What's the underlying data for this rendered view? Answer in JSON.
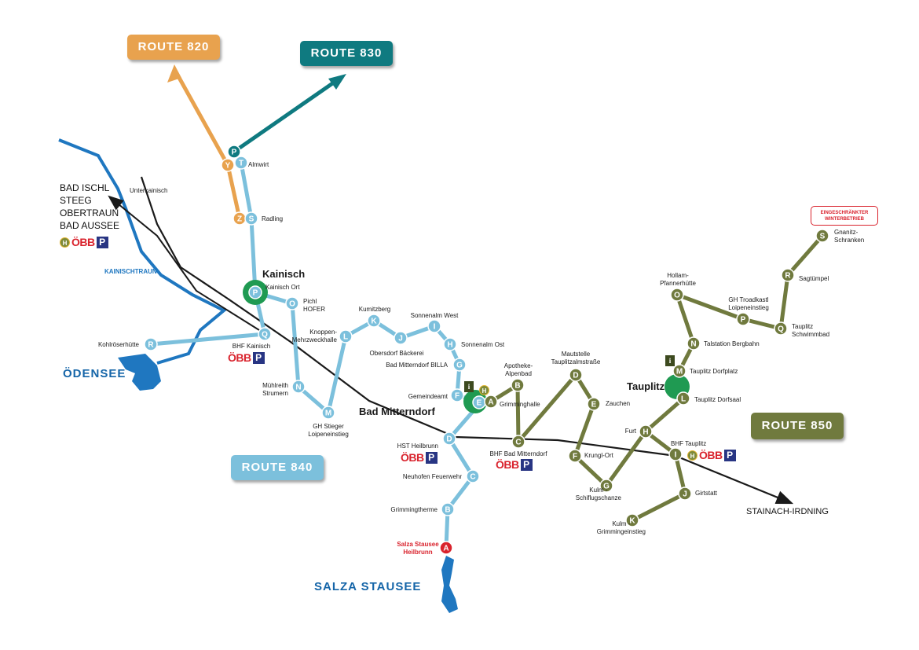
{
  "route_boxes": {
    "r820": {
      "label": "ROUTE 820",
      "color": "#e8a24e"
    },
    "r830": {
      "label": "ROUTE 830",
      "color": "#0f7a80"
    },
    "r840": {
      "label": "ROUTE 840",
      "color": "#7cc0dc"
    },
    "r850": {
      "label": "ROUTE 850",
      "color": "#707a3e"
    }
  },
  "destinations_west": [
    "BAD ISCHL",
    "STEEG",
    "OBERTRAUN",
    "BAD AUSSEE"
  ],
  "destination_east": "STAINACH-IRDNING",
  "towns": {
    "kainisch": "Kainisch",
    "bad_mitterndorf": "Bad Mitterndorf",
    "tauplitz": "Tauplitz"
  },
  "water": {
    "oedensee": "ÖDENSEE",
    "salza_stausee": "SALZA STAUSEE",
    "kainischtraun": "KAINISCHTRAUN"
  },
  "winter_notice": "EINGESCHRÄNKTER WINTERBETRIEB",
  "icon_labels": {
    "h": "H",
    "obb": "ÖBB",
    "p": "P",
    "info": "i"
  },
  "stops": {
    "almwirt": "Almwirt",
    "radling": "Radling",
    "unterkainisch": "Unterkainisch",
    "kainisch_ort": "Kainisch Ort",
    "pichl": "Pichl\nHOFER",
    "bhf_kainisch": "BHF Kainisch",
    "kohlroeserhuette": "Kohlröserhütte",
    "muehlreith": "Mühlreith\nStrumern",
    "gh_stieger": "GH Stieger\nLoipeneinstieg",
    "knoppen": "Knoppen-\nMehrzweckhalle",
    "kumitzberg": "Kumitzberg",
    "obersdorf": "Obersdorf Bäckerei",
    "sonnenalm_west": "Sonnenalm West",
    "sonnenalm_ost": "Sonnenalm Ost",
    "billa": "Bad Mitterndorf BILLA",
    "gemeindeamt": "Gemeindeamt",
    "hst_heilbrunn": "HST Heilbrunn",
    "neuhofen": "Neuhofen Feuerwehr",
    "grimmingtherme": "Grimmingtherme",
    "salza_heilbrunn": "Salza Stausee\nHeilbrunn",
    "apotheke": "Apotheke-\nAlpenbad",
    "grimminghalle": "Grimminghalle",
    "bhf_mitterndorf": "BHF Bad Mitterndorf",
    "mautstelle": "Mautstelle\nTauplitzalmstraße",
    "zauchen": "Zauchen",
    "krungl": "Krungl-Ort",
    "kulm_schanze": "Kulm -\nSchiflugschanze",
    "kulm_grimming": "Kulm -\nGrimmingeinstieg",
    "furt": "Furt",
    "bhf_tauplitz": "BHF Tauplitz",
    "girtstatt": "Girtstatt",
    "dorfsaal": "Tauplitz Dorfsaal",
    "dorfplatz": "Tauplitz Dorfplatz",
    "talstation": "Talstation Bergbahn",
    "hollam": "Hollam-\nPfannerhütte",
    "troadkastl": "GH Troadkastl\nLoipeneinstieg",
    "schwimmbad": "Tauplitz\nSchwimmbad",
    "sagtuempel": "Sagtümpel",
    "gnanitz": "Gnanitz-\nSchranken"
  },
  "nodes": [
    {
      "id": "P830",
      "letter": "P",
      "color": "#0f7a80"
    },
    {
      "id": "T830",
      "letter": "T",
      "color": "#7cc0dc"
    },
    {
      "id": "Y820",
      "letter": "Y",
      "color": "#e8a24e"
    },
    {
      "id": "Z820",
      "letter": "Z",
      "color": "#e8a24e"
    },
    {
      "id": "S840",
      "letter": "S",
      "color": "#7cc0dc"
    },
    {
      "id": "P840",
      "letter": "P",
      "color": "#7cc0dc"
    },
    {
      "id": "O840",
      "letter": "O",
      "color": "#7cc0dc"
    },
    {
      "id": "Q840",
      "letter": "Q",
      "color": "#7cc0dc"
    },
    {
      "id": "R840",
      "letter": "R",
      "color": "#7cc0dc"
    },
    {
      "id": "N840",
      "letter": "N",
      "color": "#7cc0dc"
    },
    {
      "id": "M840",
      "letter": "M",
      "color": "#7cc0dc"
    },
    {
      "id": "L840",
      "letter": "L",
      "color": "#7cc0dc"
    },
    {
      "id": "K840",
      "letter": "K",
      "color": "#7cc0dc"
    },
    {
      "id": "J840",
      "letter": "J",
      "color": "#7cc0dc"
    },
    {
      "id": "I840",
      "letter": "I",
      "color": "#7cc0dc"
    },
    {
      "id": "H840",
      "letter": "H",
      "color": "#7cc0dc"
    },
    {
      "id": "G840",
      "letter": "G",
      "color": "#7cc0dc"
    },
    {
      "id": "F840",
      "letter": "F",
      "color": "#7cc0dc"
    },
    {
      "id": "E840",
      "letter": "E",
      "color": "#7cc0dc"
    },
    {
      "id": "D840",
      "letter": "D",
      "color": "#7cc0dc"
    },
    {
      "id": "C840",
      "letter": "C",
      "color": "#7cc0dc"
    },
    {
      "id": "B840",
      "letter": "B",
      "color": "#7cc0dc"
    },
    {
      "id": "A840",
      "letter": "A",
      "color": "#d9232d"
    },
    {
      "id": "A850",
      "letter": "A",
      "color": "#707a3e"
    },
    {
      "id": "B850",
      "letter": "B",
      "color": "#707a3e"
    },
    {
      "id": "C850",
      "letter": "C",
      "color": "#707a3e"
    },
    {
      "id": "D850",
      "letter": "D",
      "color": "#707a3e"
    },
    {
      "id": "E850",
      "letter": "E",
      "color": "#707a3e"
    },
    {
      "id": "F850",
      "letter": "F",
      "color": "#707a3e"
    },
    {
      "id": "G850",
      "letter": "G",
      "color": "#707a3e"
    },
    {
      "id": "H850",
      "letter": "H",
      "color": "#707a3e"
    },
    {
      "id": "I850",
      "letter": "I",
      "color": "#707a3e"
    },
    {
      "id": "J850",
      "letter": "J",
      "color": "#707a3e"
    },
    {
      "id": "K850",
      "letter": "K",
      "color": "#707a3e"
    },
    {
      "id": "L850",
      "letter": "L",
      "color": "#707a3e"
    },
    {
      "id": "M850",
      "letter": "M",
      "color": "#707a3e"
    },
    {
      "id": "N850",
      "letter": "N",
      "color": "#707a3e"
    },
    {
      "id": "O850",
      "letter": "O",
      "color": "#707a3e"
    },
    {
      "id": "P850",
      "letter": "P",
      "color": "#707a3e"
    },
    {
      "id": "Q850",
      "letter": "Q",
      "color": "#707a3e"
    },
    {
      "id": "R850",
      "letter": "R",
      "color": "#707a3e"
    },
    {
      "id": "S850",
      "letter": "S",
      "color": "#707a3e"
    }
  ]
}
